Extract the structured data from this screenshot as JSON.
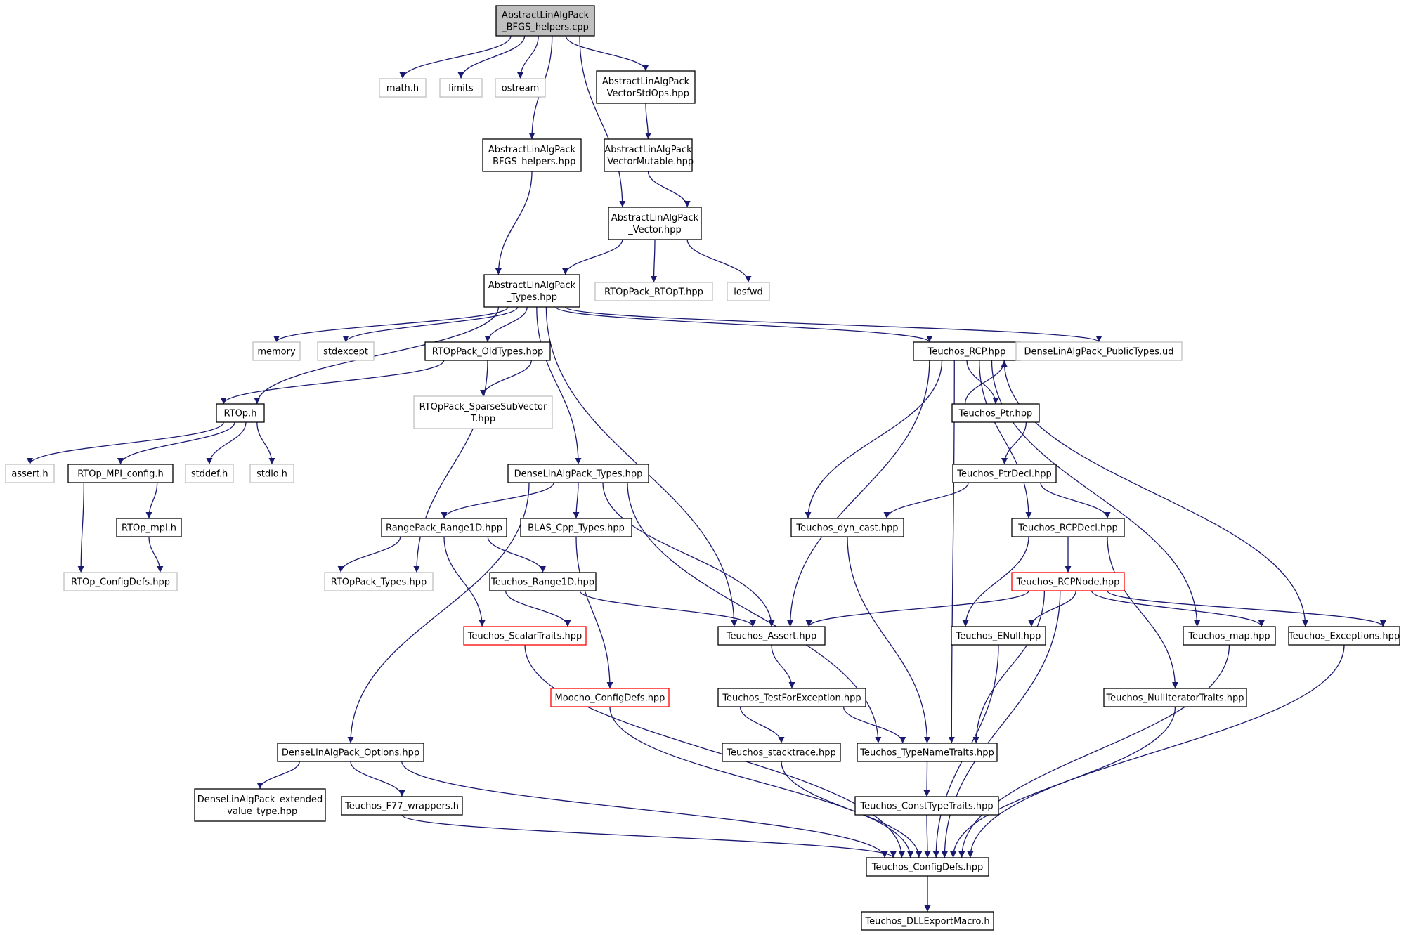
{
  "diagram": {
    "type": "include-dependency-graph",
    "colors": {
      "edge": "#191970",
      "root_fill": "#bfbfbf",
      "documented_border": "#000000",
      "external_border": "#bfbfbf",
      "truncated_border": "#ff0000",
      "background": "#ffffff"
    },
    "nodes": [
      {
        "id": "root",
        "lines": [
          "AbstractLinAlgPack",
          "_BFGS_helpers.cpp"
        ],
        "kind": "root"
      },
      {
        "id": "math_h",
        "lines": [
          "math.h"
        ],
        "kind": "external"
      },
      {
        "id": "limits",
        "lines": [
          "limits"
        ],
        "kind": "external"
      },
      {
        "id": "ostream",
        "lines": [
          "ostream"
        ],
        "kind": "external"
      },
      {
        "id": "vso",
        "lines": [
          "AbstractLinAlgPack",
          "_VectorStdOps.hpp"
        ],
        "kind": "documented"
      },
      {
        "id": "bfgs_hpp",
        "lines": [
          "AbstractLinAlgPack",
          "_BFGS_helpers.hpp"
        ],
        "kind": "documented"
      },
      {
        "id": "vm",
        "lines": [
          "AbstractLinAlgPack",
          "_VectorMutable.hpp"
        ],
        "kind": "documented"
      },
      {
        "id": "vec",
        "lines": [
          "AbstractLinAlgPack",
          "_Vector.hpp"
        ],
        "kind": "documented"
      },
      {
        "id": "types",
        "lines": [
          "AbstractLinAlgPack",
          "_Types.hpp"
        ],
        "kind": "documented"
      },
      {
        "id": "rtopt",
        "lines": [
          "RTOpPack_RTOpT.hpp"
        ],
        "kind": "external"
      },
      {
        "id": "iosfwd",
        "lines": [
          "iosfwd"
        ],
        "kind": "external"
      },
      {
        "id": "memory",
        "lines": [
          "memory"
        ],
        "kind": "external"
      },
      {
        "id": "stdexcept",
        "lines": [
          "stdexcept"
        ],
        "kind": "external"
      },
      {
        "id": "oldtypes",
        "lines": [
          "RTOpPack_OldTypes.hpp"
        ],
        "kind": "documented"
      },
      {
        "id": "rcp",
        "lines": [
          "Teuchos_RCP.hpp"
        ],
        "kind": "documented"
      },
      {
        "id": "dlapt",
        "lines": [
          "DenseLinAlgPack_PublicTypes.ud"
        ],
        "kind": "external"
      },
      {
        "id": "rtop_h",
        "lines": [
          "RTOp.h"
        ],
        "kind": "documented"
      },
      {
        "id": "ssv",
        "lines": [
          "RTOpPack_SparseSubVector",
          "T.hpp"
        ],
        "kind": "external"
      },
      {
        "id": "ptr",
        "lines": [
          "Teuchos_Ptr.hpp"
        ],
        "kind": "documented"
      },
      {
        "id": "assert_h",
        "lines": [
          "assert.h"
        ],
        "kind": "external"
      },
      {
        "id": "mpiconf",
        "lines": [
          "RTOp_MPI_config.h"
        ],
        "kind": "documented"
      },
      {
        "id": "stddef",
        "lines": [
          "stddef.h"
        ],
        "kind": "external"
      },
      {
        "id": "stdio",
        "lines": [
          "stdio.h"
        ],
        "kind": "external"
      },
      {
        "id": "dltypes",
        "lines": [
          "DenseLinAlgPack_Types.hpp"
        ],
        "kind": "documented"
      },
      {
        "id": "ptrdecl",
        "lines": [
          "Teuchos_PtrDecl.hpp"
        ],
        "kind": "documented"
      },
      {
        "id": "mpi_h",
        "lines": [
          "RTOp_mpi.h"
        ],
        "kind": "documented"
      },
      {
        "id": "range1d",
        "lines": [
          "RangePack_Range1D.hpp"
        ],
        "kind": "documented"
      },
      {
        "id": "blas",
        "lines": [
          "BLAS_Cpp_Types.hpp"
        ],
        "kind": "documented"
      },
      {
        "id": "dyncast",
        "lines": [
          "Teuchos_dyn_cast.hpp"
        ],
        "kind": "documented"
      },
      {
        "id": "rcpdecl",
        "lines": [
          "Teuchos_RCPDecl.hpp"
        ],
        "kind": "documented"
      },
      {
        "id": "cfgdefs",
        "lines": [
          "RTOp_ConfigDefs.hpp"
        ],
        "kind": "external"
      },
      {
        "id": "rtoptypes",
        "lines": [
          "RTOpPack_Types.hpp"
        ],
        "kind": "external"
      },
      {
        "id": "trange",
        "lines": [
          "Teuchos_Range1D.hpp"
        ],
        "kind": "documented"
      },
      {
        "id": "rcpnode",
        "lines": [
          "Teuchos_RCPNode.hpp"
        ],
        "kind": "truncated"
      },
      {
        "id": "scalar",
        "lines": [
          "Teuchos_ScalarTraits.hpp"
        ],
        "kind": "truncated"
      },
      {
        "id": "tassert",
        "lines": [
          "Teuchos_Assert.hpp"
        ],
        "kind": "documented"
      },
      {
        "id": "enull",
        "lines": [
          "Teuchos_ENull.hpp"
        ],
        "kind": "documented"
      },
      {
        "id": "tmap",
        "lines": [
          "Teuchos_map.hpp"
        ],
        "kind": "documented"
      },
      {
        "id": "texc",
        "lines": [
          "Teuchos_Exceptions.hpp"
        ],
        "kind": "documented"
      },
      {
        "id": "moocho",
        "lines": [
          "Moocho_ConfigDefs.hpp"
        ],
        "kind": "truncated"
      },
      {
        "id": "tfe",
        "lines": [
          "Teuchos_TestForException.hpp"
        ],
        "kind": "documented"
      },
      {
        "id": "nullit",
        "lines": [
          "Teuchos_NullIteratorTraits.hpp"
        ],
        "kind": "documented"
      },
      {
        "id": "dlopt",
        "lines": [
          "DenseLinAlgPack_Options.hpp"
        ],
        "kind": "documented"
      },
      {
        "id": "stack",
        "lines": [
          "Teuchos_stacktrace.hpp"
        ],
        "kind": "documented"
      },
      {
        "id": "tnt",
        "lines": [
          "Teuchos_TypeNameTraits.hpp"
        ],
        "kind": "documented"
      },
      {
        "id": "dlext",
        "lines": [
          "DenseLinAlgPack_extended",
          "_value_type.hpp"
        ],
        "kind": "documented"
      },
      {
        "id": "f77",
        "lines": [
          "Teuchos_F77_wrappers.h"
        ],
        "kind": "documented"
      },
      {
        "id": "ctt",
        "lines": [
          "Teuchos_ConstTypeTraits.hpp"
        ],
        "kind": "documented"
      },
      {
        "id": "tcfg",
        "lines": [
          "Teuchos_ConfigDefs.hpp"
        ],
        "kind": "documented"
      },
      {
        "id": "dll",
        "lines": [
          "Teuchos_DLLExportMacro.h"
        ],
        "kind": "documented"
      }
    ],
    "edges": [
      [
        "root",
        "math_h"
      ],
      [
        "root",
        "limits"
      ],
      [
        "root",
        "ostream"
      ],
      [
        "root",
        "vso"
      ],
      [
        "root",
        "bfgs_hpp"
      ],
      [
        "root",
        "vec"
      ],
      [
        "vso",
        "vm"
      ],
      [
        "vm",
        "vec"
      ],
      [
        "bfgs_hpp",
        "types"
      ],
      [
        "vec",
        "types"
      ],
      [
        "vec",
        "rtopt"
      ],
      [
        "vec",
        "iosfwd"
      ],
      [
        "types",
        "memory"
      ],
      [
        "types",
        "stdexcept"
      ],
      [
        "types",
        "oldtypes"
      ],
      [
        "types",
        "rtop_h"
      ],
      [
        "types",
        "dltypes"
      ],
      [
        "types",
        "tassert"
      ],
      [
        "types",
        "rcp"
      ],
      [
        "types",
        "dlapt"
      ],
      [
        "oldtypes",
        "rtop_h"
      ],
      [
        "oldtypes",
        "ssv"
      ],
      [
        "oldtypes",
        "rtoptypes"
      ],
      [
        "rtop_h",
        "assert_h"
      ],
      [
        "rtop_h",
        "mpiconf"
      ],
      [
        "rtop_h",
        "stddef"
      ],
      [
        "rtop_h",
        "stdio"
      ],
      [
        "mpiconf",
        "mpi_h"
      ],
      [
        "mpiconf",
        "cfgdefs"
      ],
      [
        "mpi_h",
        "cfgdefs"
      ],
      [
        "dltypes",
        "range1d"
      ],
      [
        "dltypes",
        "blas"
      ],
      [
        "dltypes",
        "tassert"
      ],
      [
        "dltypes",
        "dlopt"
      ],
      [
        "dltypes",
        "tnt"
      ],
      [
        "range1d",
        "rtoptypes"
      ],
      [
        "range1d",
        "trange"
      ],
      [
        "range1d",
        "scalar"
      ],
      [
        "trange",
        "scalar"
      ],
      [
        "trange",
        "tassert"
      ],
      [
        "blas",
        "moocho"
      ],
      [
        "rcp",
        "ptr"
      ],
      [
        "rcp",
        "tassert"
      ],
      [
        "rcp",
        "dyncast"
      ],
      [
        "rcp",
        "tnt"
      ],
      [
        "rcp",
        "rcpdecl"
      ],
      [
        "rcp",
        "tmap"
      ],
      [
        "rcp",
        "texc"
      ],
      [
        "ptr",
        "rcp"
      ],
      [
        "ptr",
        "ptrdecl"
      ],
      [
        "ptrdecl",
        "dyncast"
      ],
      [
        "ptrdecl",
        "rcpdecl"
      ],
      [
        "rcpdecl",
        "rcpnode"
      ],
      [
        "rcpdecl",
        "enull"
      ],
      [
        "rcpdecl",
        "nullit"
      ],
      [
        "rcpnode",
        "tassert"
      ],
      [
        "rcpnode",
        "enull"
      ],
      [
        "rcpnode",
        "tmap"
      ],
      [
        "rcpnode",
        "texc"
      ],
      [
        "rcpnode",
        "tnt"
      ],
      [
        "rcpnode",
        "tcfg"
      ],
      [
        "dyncast",
        "tnt"
      ],
      [
        "tassert",
        "tfe"
      ],
      [
        "tfe",
        "stack"
      ],
      [
        "tfe",
        "tnt"
      ],
      [
        "tnt",
        "ctt"
      ],
      [
        "ctt",
        "tcfg"
      ],
      [
        "stack",
        "tcfg"
      ],
      [
        "moocho",
        "tcfg"
      ],
      [
        "scalar",
        "tcfg"
      ],
      [
        "enull",
        "tcfg"
      ],
      [
        "tmap",
        "tcfg"
      ],
      [
        "texc",
        "tcfg"
      ],
      [
        "nullit",
        "tcfg"
      ],
      [
        "dlopt",
        "dlext"
      ],
      [
        "dlopt",
        "f77"
      ],
      [
        "dlopt",
        "tcfg"
      ],
      [
        "f77",
        "tcfg"
      ],
      [
        "tcfg",
        "dll"
      ]
    ]
  }
}
